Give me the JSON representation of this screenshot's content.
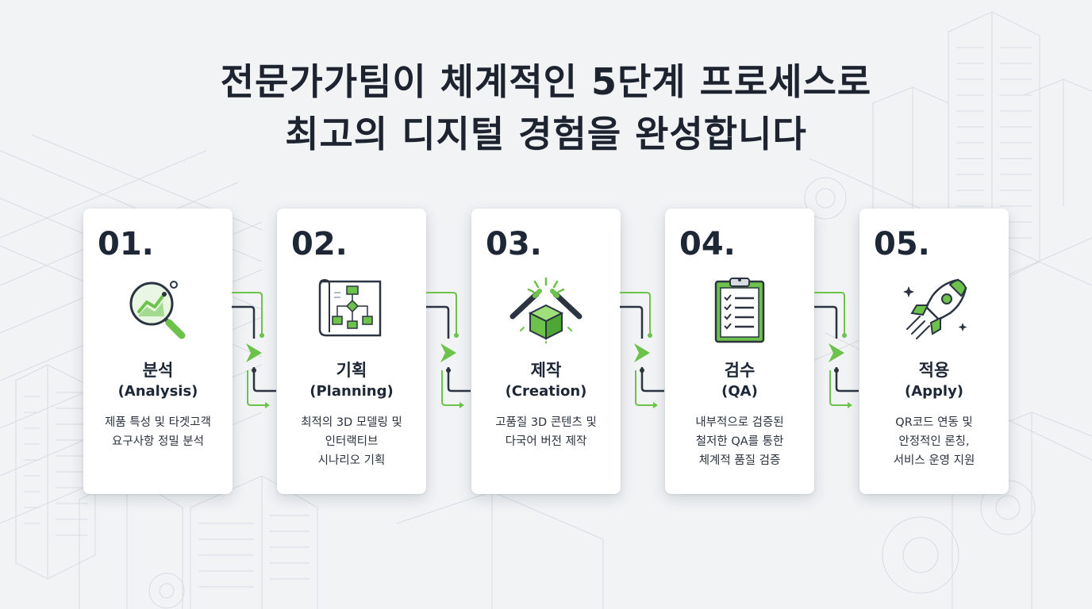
{
  "headline": {
    "line1": "전문가가팀이 체계적인 5단계 프로세스로",
    "line2": "최고의 디지털 경험을 완성합니다"
  },
  "colors": {
    "accent": "#6cc24a",
    "dark": "#1e2735",
    "background": "#f1f3f5"
  },
  "steps": [
    {
      "number": "01.",
      "title": "분석",
      "subtitle": "(Analysis)",
      "icon": "magnifier-chart-icon",
      "desc": [
        "제품 특성 및 타겟고객",
        "요구사항 정밀 분석"
      ]
    },
    {
      "number": "02.",
      "title": "기획",
      "subtitle": "(Planning)",
      "icon": "blueprint-flowchart-icon",
      "desc": [
        "최적의 3D 모델링 및",
        "인터랙티브",
        "시나리오 기획"
      ]
    },
    {
      "number": "03.",
      "title": "제작",
      "subtitle": "(Creation)",
      "icon": "3d-cube-tools-icon",
      "desc": [
        "고품질 3D 콘텐츠 및",
        "다국어 버전 제작"
      ]
    },
    {
      "number": "04.",
      "title": "검수",
      "subtitle": "(QA)",
      "icon": "clipboard-checklist-icon",
      "desc": [
        "내부적으로 검증된",
        "철저한 QA를 통한",
        "체계적 품질 검증"
      ]
    },
    {
      "number": "05.",
      "title": "적용",
      "subtitle": "(Apply)",
      "icon": "rocket-launch-icon",
      "desc": [
        "QR코드 연동 및",
        "안정적인 론칭,",
        "서비스 운영 지원"
      ]
    }
  ]
}
